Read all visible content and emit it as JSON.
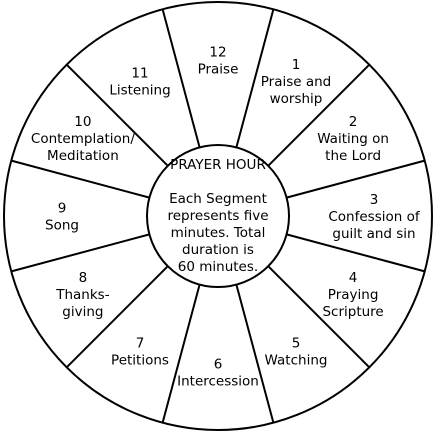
{
  "center": {
    "title": "PRAYER HOUR",
    "description_lines": [
      "Each Segment",
      "represents five",
      "minutes. Total",
      "duration is",
      "60 minutes."
    ]
  },
  "segments": [
    {
      "number": "1",
      "label_lines": [
        "Praise and",
        "worship"
      ]
    },
    {
      "number": "2",
      "label_lines": [
        "Waiting on",
        "the Lord"
      ]
    },
    {
      "number": "3",
      "label_lines": [
        "Confession of",
        "guilt and sin"
      ]
    },
    {
      "number": "4",
      "label_lines": [
        "Praying",
        "Scripture"
      ]
    },
    {
      "number": "5",
      "label_lines": [
        "Watching"
      ]
    },
    {
      "number": "6",
      "label_lines": [
        "Intercession"
      ]
    },
    {
      "number": "7",
      "label_lines": [
        "Petitions"
      ]
    },
    {
      "number": "8",
      "label_lines": [
        "Thanks-",
        "giving"
      ]
    },
    {
      "number": "9",
      "label_lines": [
        "Song"
      ]
    },
    {
      "number": "10",
      "label_lines": [
        "Contemplation/",
        "Meditation"
      ]
    },
    {
      "number": "11",
      "label_lines": [
        "Listening"
      ]
    },
    {
      "number": "12",
      "label_lines": [
        "Praise"
      ]
    }
  ]
}
